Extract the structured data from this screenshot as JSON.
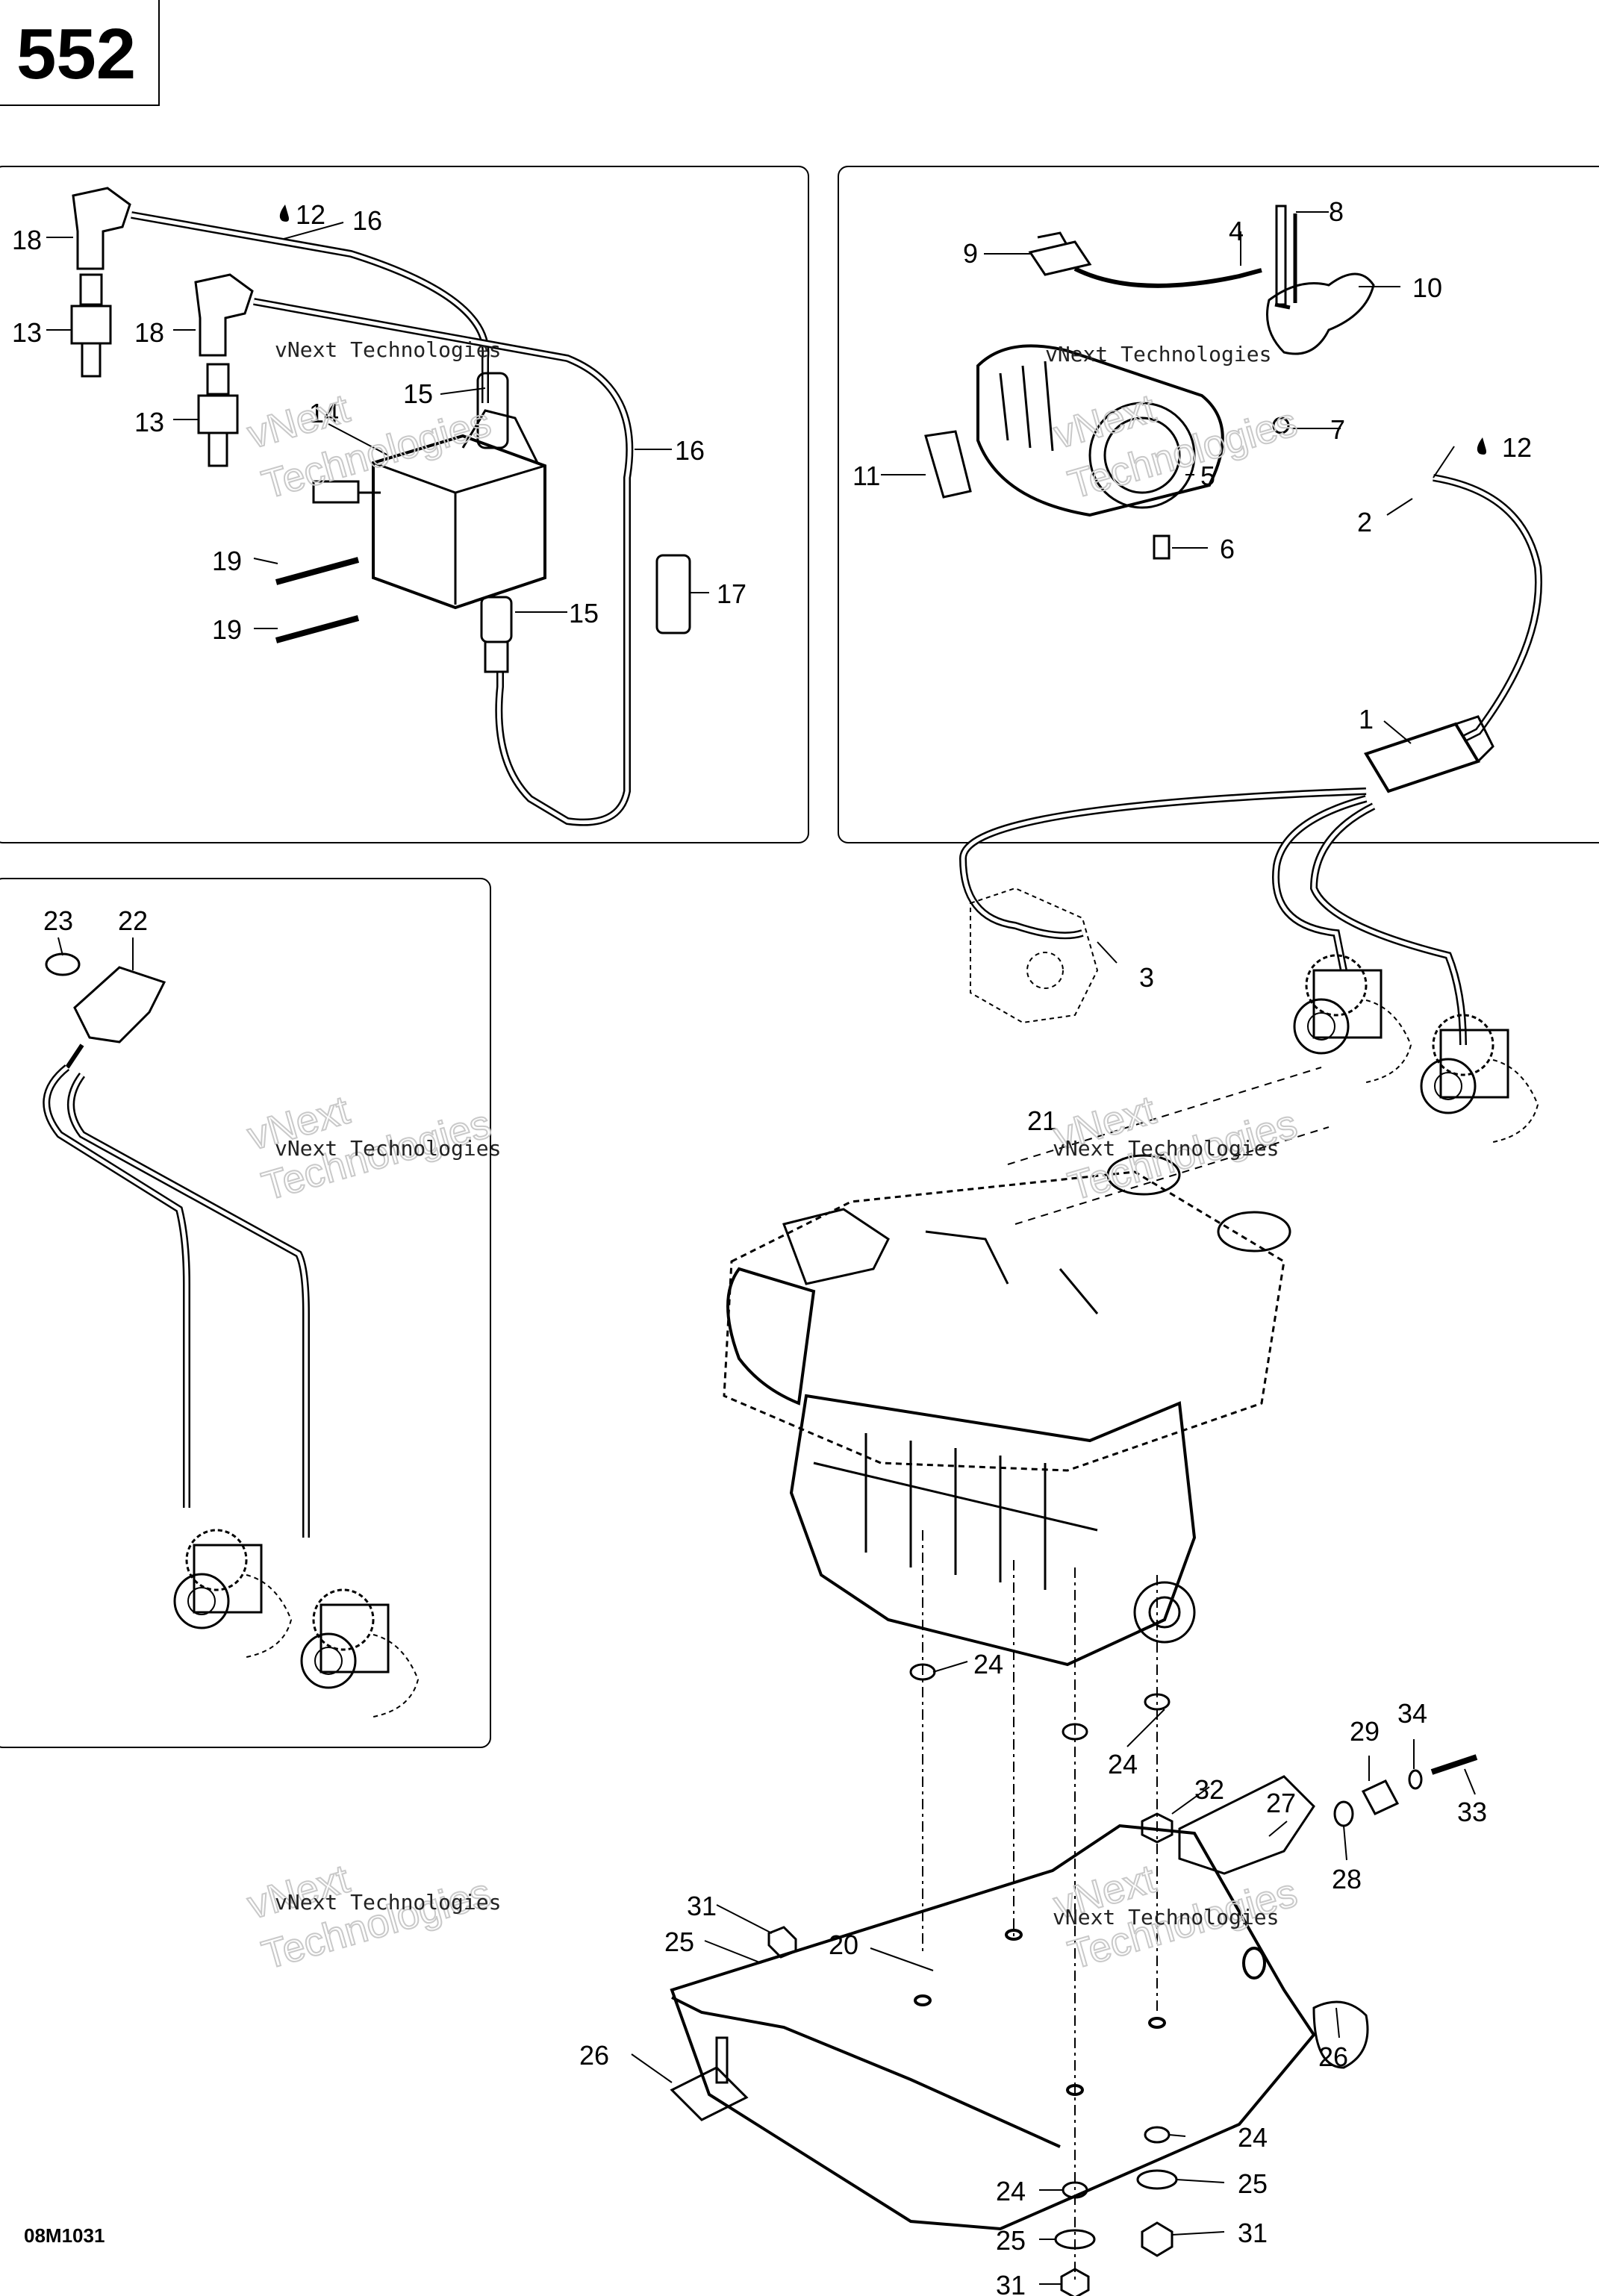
{
  "page": {
    "number": "552",
    "ref_code": "08M1031"
  },
  "watermark": {
    "line1": "vNext Technologies",
    "line2": "vNext\nTechnologies"
  },
  "callouts": {
    "p1": [
      "18",
      "12",
      "16",
      "13",
      "18",
      "15",
      "13",
      "14",
      "16",
      "19",
      "19",
      "17",
      "15"
    ],
    "p2": [
      "9",
      "4",
      "8",
      "10",
      "5",
      "11",
      "7",
      "12",
      "2",
      "6",
      "1",
      "3"
    ],
    "p3": [
      "23",
      "22"
    ],
    "main": [
      "21",
      "24",
      "24",
      "29",
      "34",
      "32",
      "27",
      "33",
      "28",
      "31",
      "25",
      "20",
      "26",
      "26",
      "24",
      "24",
      "25",
      "25",
      "31",
      "31"
    ]
  }
}
